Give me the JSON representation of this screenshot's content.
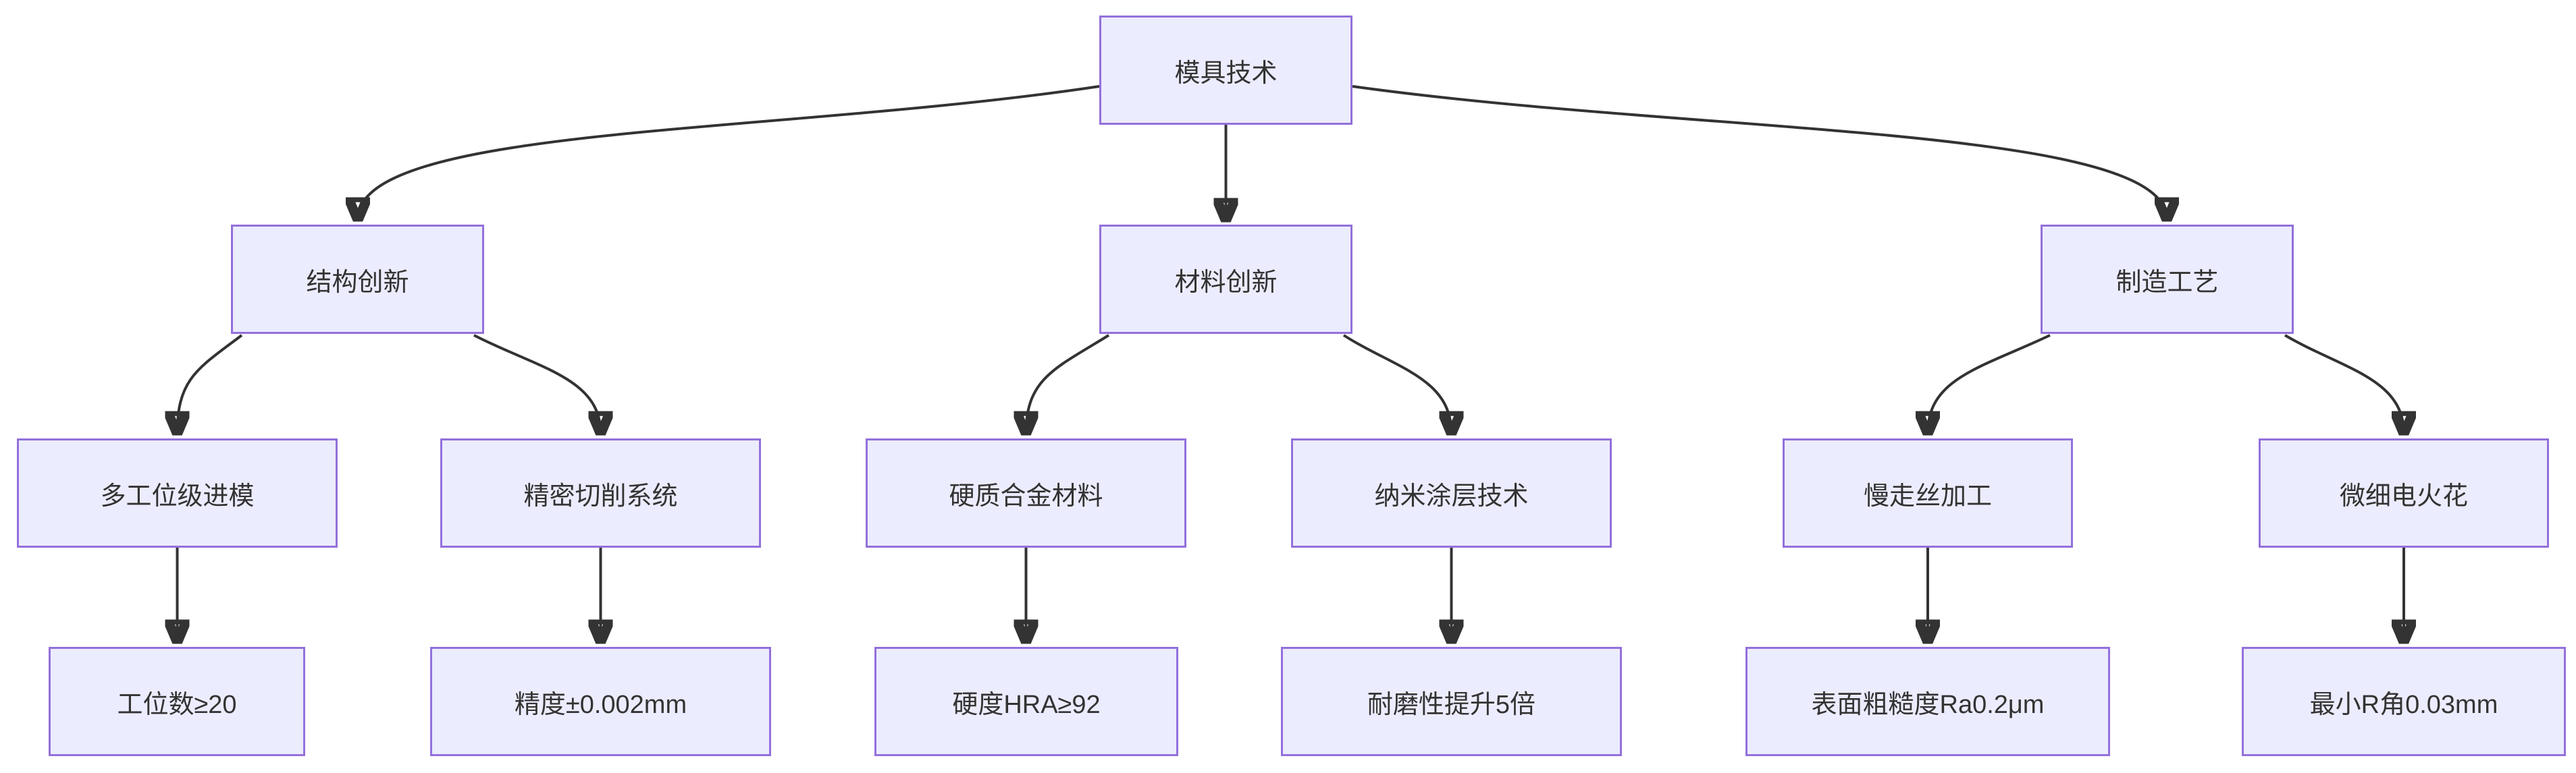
{
  "diagram": {
    "type": "flowchart-tree",
    "colors": {
      "node_fill": "#ECECFF",
      "node_border": "#9370DB",
      "edge": "#333333",
      "text": "#333333",
      "background": "#FFFFFF"
    },
    "nodes": {
      "root": "模具技术",
      "struct": "结构创新",
      "material": "材料创新",
      "process": "制造工艺",
      "multi_station": "多工位级进模",
      "precision_cut": "精密切削系统",
      "carbide": "硬质合金材料",
      "nano_coating": "纳米涂层技术",
      "wire_edm": "慢走丝加工",
      "micro_edm": "微细电火花",
      "station_count": "工位数≥20",
      "precision": "精度±0.002mm",
      "hardness": "硬度HRA≥92",
      "wear_resist": "耐磨性提升5倍",
      "roughness": "表面粗糙度Ra0.2μm",
      "min_radius": "最小R角0.03mm"
    },
    "edges": [
      {
        "from": "模具技术",
        "to": "结构创新"
      },
      {
        "from": "模具技术",
        "to": "材料创新"
      },
      {
        "from": "模具技术",
        "to": "制造工艺"
      },
      {
        "from": "结构创新",
        "to": "多工位级进模"
      },
      {
        "from": "结构创新",
        "to": "精密切削系统"
      },
      {
        "from": "材料创新",
        "to": "硬质合金材料"
      },
      {
        "from": "材料创新",
        "to": "纳米涂层技术"
      },
      {
        "from": "制造工艺",
        "to": "慢走丝加工"
      },
      {
        "from": "制造工艺",
        "to": "微细电火花"
      },
      {
        "from": "多工位级进模",
        "to": "工位数≥20"
      },
      {
        "from": "精密切削系统",
        "to": "精度±0.002mm"
      },
      {
        "from": "硬质合金材料",
        "to": "硬度HRA≥92"
      },
      {
        "from": "纳米涂层技术",
        "to": "耐磨性提升5倍"
      },
      {
        "from": "慢走丝加工",
        "to": "表面粗糙度Ra0.2μm"
      },
      {
        "from": "微细电火花",
        "to": "最小R角0.03mm"
      }
    ]
  }
}
